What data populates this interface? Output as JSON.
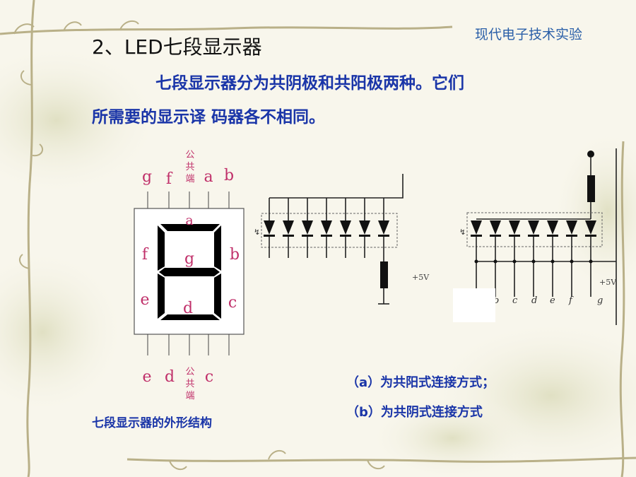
{
  "header": {
    "course_title": "现代电子技术实验"
  },
  "slide": {
    "title": "2、LED七段显示器",
    "intro_line1": "七段显示器分为共阴极和共阳极两种。它们",
    "intro_line2": "所需要的显示译 码器各不相同。"
  },
  "figure_left": {
    "top_pins": [
      "g",
      "f",
      "a",
      "b"
    ],
    "top_common": "公共端",
    "bottom_pins": [
      "e",
      "d",
      "c"
    ],
    "bottom_common": "公共端",
    "segment_labels": {
      "a": "a",
      "b": "b",
      "c": "c",
      "d": "d",
      "e": "e",
      "f": "f",
      "g": "g"
    },
    "caption": "七段显示器的外形结构"
  },
  "figure_a": {
    "supply": "+5V"
  },
  "figure_b": {
    "supply": "+5V",
    "pin_labels": [
      "b",
      "c",
      "d",
      "e",
      "f",
      "g"
    ]
  },
  "captions": {
    "a": "（a）为共阳式连接方式；",
    "b": "（b）为共阴式连接方式"
  }
}
